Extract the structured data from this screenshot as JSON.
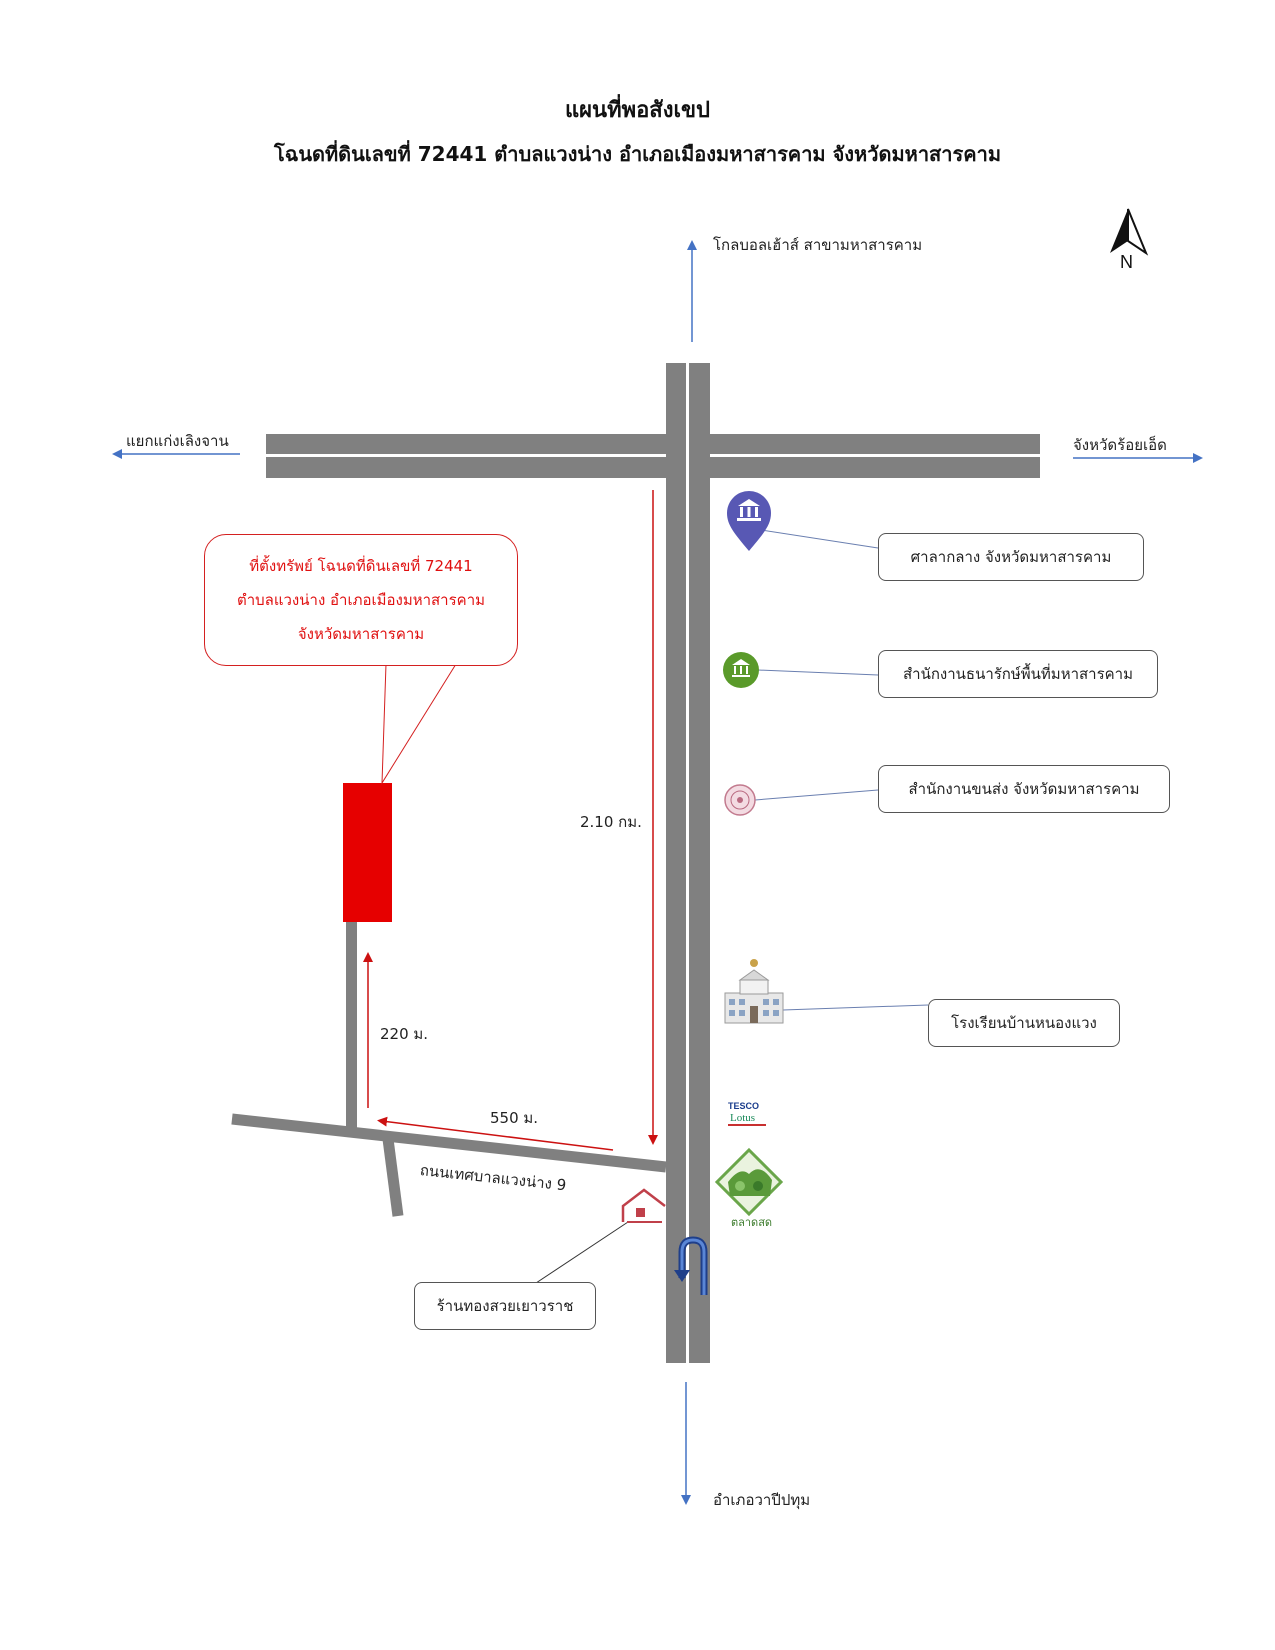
{
  "title": "แผนที่พอสังเขป",
  "subtitle": "โฉนดที่ดินเลขที่ 72441 ตำบลแวงน่าง อำเภอเมืองมหาสารคาม จังหวัดมหาสารคาม",
  "compass_label": "N",
  "directions": {
    "north": "โกลบอลเฮ้าส์ สาขามหาสารคาม",
    "west": "แยกแก่งเลิงจาน",
    "east": "จังหวัดร้อยเอ็ด",
    "south": "อำเภอวาปีปทุม"
  },
  "property_callout": {
    "line1": "ที่ตั้งทรัพย์ โฉนดที่ดินเลขที่ 72441",
    "line2": "ตำบลแวงน่าง อำเภอเมืองมหาสารคาม",
    "line3": "จังหวัดมหาสารคาม"
  },
  "landmarks": [
    {
      "label": "ศาลากลาง จังหวัดมหาสารคาม",
      "icon": "city-hall-pin-icon"
    },
    {
      "label": "สำนักงานธนารักษ์พื้นที่มหาสารคาม",
      "icon": "treasury-office-icon"
    },
    {
      "label": "สำนักงานขนส่ง จังหวัดมหาสารคาม",
      "icon": "transport-office-icon"
    },
    {
      "label": "โรงเรียนบ้านหนองแวง",
      "icon": "school-icon"
    },
    {
      "label": "ร้านทองสวยเยาวราช",
      "icon": "house-icon"
    }
  ],
  "logos": {
    "tesco_line1": "TESCO",
    "tesco_line2": "Lotus",
    "market": "ตลาดสด"
  },
  "distances": {
    "main_road": "2.10 กม.",
    "side_road": "550 ม.",
    "access_road": "220 ม."
  },
  "road_name": "ถนนเทศบาลแวงน่าง 9",
  "colors": {
    "road": "#808080",
    "property": "#e60000",
    "route_arrow": "#cc1111",
    "direction_arrow": "#4472c4"
  }
}
